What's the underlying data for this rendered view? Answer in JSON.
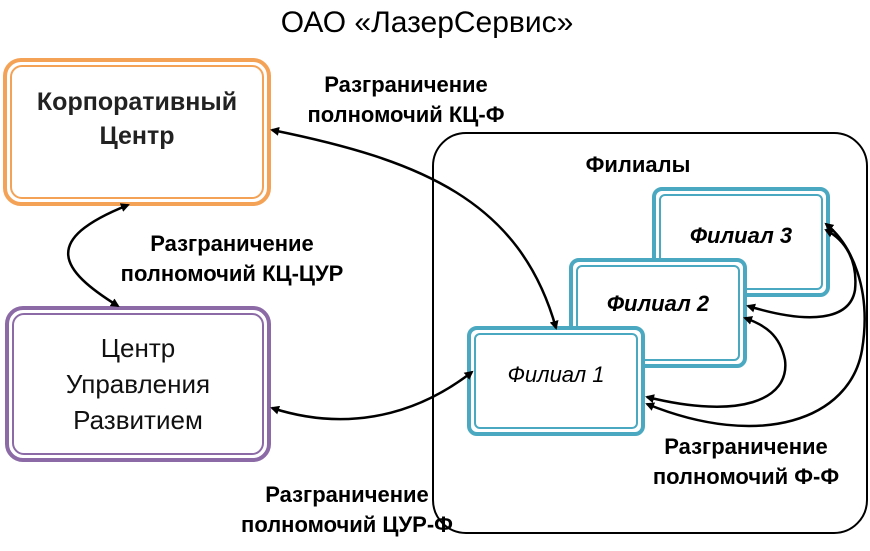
{
  "title": "ОАО «ЛазерСервис»",
  "corporate_center": {
    "line1": "Корпоративный",
    "line2": "Центр"
  },
  "development_center": {
    "line1": "Центр",
    "line2": "Управления",
    "line3": "Развитием"
  },
  "branches": {
    "title": "Филиалы",
    "items": [
      "Филиал 1",
      "Филиал 2",
      "Филиал 3"
    ]
  },
  "labels": {
    "kc_f": {
      "line1": "Разграничение",
      "line2": "полномочий КЦ-Ф"
    },
    "kc_cur": {
      "line1": "Разграничение",
      "line2": "полномочий КЦ-ЦУР"
    },
    "cur_f": {
      "line1": "Разграничение",
      "line2": "полномочий ЦУР-Ф"
    },
    "f_f": {
      "line1": "Разграничение",
      "line2": "полномочий Ф-Ф"
    }
  },
  "colors": {
    "corporate_border": "#f4a256",
    "development_border": "#8b6aa6",
    "branch_border": "#4aa8c0",
    "connector": "#000000"
  }
}
